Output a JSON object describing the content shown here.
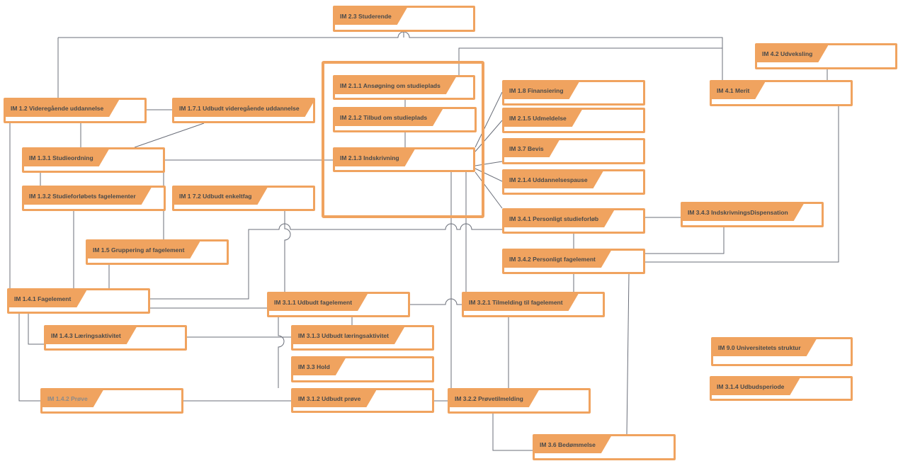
{
  "diagram": {
    "entities": [
      {
        "id": "im23",
        "label": "IM 2.3 Studerende"
      },
      {
        "id": "im42",
        "label": "IM 4.2 Udveksling"
      },
      {
        "id": "im211",
        "label": "IM 2.1.1  Ansøgning om studieplads"
      },
      {
        "id": "im212",
        "label": "IM 2.1.2 Tilbud om studieplads"
      },
      {
        "id": "im213",
        "label": "IM 2.1.3 Indskrivning"
      },
      {
        "id": "im18",
        "label": "IM 1.8 Finansiering"
      },
      {
        "id": "im215",
        "label": "IM 2.1.5 Udmeldelse"
      },
      {
        "id": "im37",
        "label": "IM 3.7 Bevis"
      },
      {
        "id": "im214",
        "label": "IM 2.1.4 Uddannelsespause"
      },
      {
        "id": "im41",
        "label": "IM 4.1 Merit"
      },
      {
        "id": "im12",
        "label": "IM 1.2 Videregående uddannelse"
      },
      {
        "id": "im171",
        "label": "IM 1.7.1 Udbudt videregående uddannelse"
      },
      {
        "id": "im131",
        "label": "IM 1.3.1 Studieordning"
      },
      {
        "id": "im132",
        "label": "IM 1.3.2 Studieforløbets fagelementer"
      },
      {
        "id": "im172",
        "label": "IM 1 7.2 Udbudt enkeltfag"
      },
      {
        "id": "im341",
        "label": "IM 3.4.1 Personligt studieforløb"
      },
      {
        "id": "im343",
        "label": "IM 3.4.3 IndskrivningsDispensation"
      },
      {
        "id": "im15",
        "label": "IM 1.5 Gruppering af fagelement"
      },
      {
        "id": "im342",
        "label": "IM 3.4.2 Personligt fagelement"
      },
      {
        "id": "im141",
        "label": "IM 1.4.1 Fagelement"
      },
      {
        "id": "im311",
        "label": "IM 3.1.1 Udbudt fagelement"
      },
      {
        "id": "im321",
        "label": "IM 3.2.1 Tilmelding til fagelement"
      },
      {
        "id": "im143",
        "label": "IM 1.4.3 Læringsaktivitet"
      },
      {
        "id": "im313",
        "label": "IM 3.1.3 Udbudt læringsaktivitet"
      },
      {
        "id": "im90",
        "label": "IM 9.0 Universitetets struktur"
      },
      {
        "id": "im33",
        "label": "IM 3.3 Hold"
      },
      {
        "id": "im314",
        "label": "IM 3.1.4 Udbudsperiode"
      },
      {
        "id": "im142",
        "label": "IM 1.4.2 Prøve",
        "faded": true
      },
      {
        "id": "im312",
        "label": "IM 3.1.2 Udbudt prøve"
      },
      {
        "id": "im322",
        "label": "IM 3.2.2 Prøvetilmelding"
      },
      {
        "id": "im36",
        "label": "IM 3.6 Bedømmelse"
      }
    ],
    "colors": {
      "box_border": "#f0a35f",
      "tab_fill": "#f0a35f",
      "line": "#6b6f7a",
      "label_text": "#4a4a4a"
    }
  }
}
